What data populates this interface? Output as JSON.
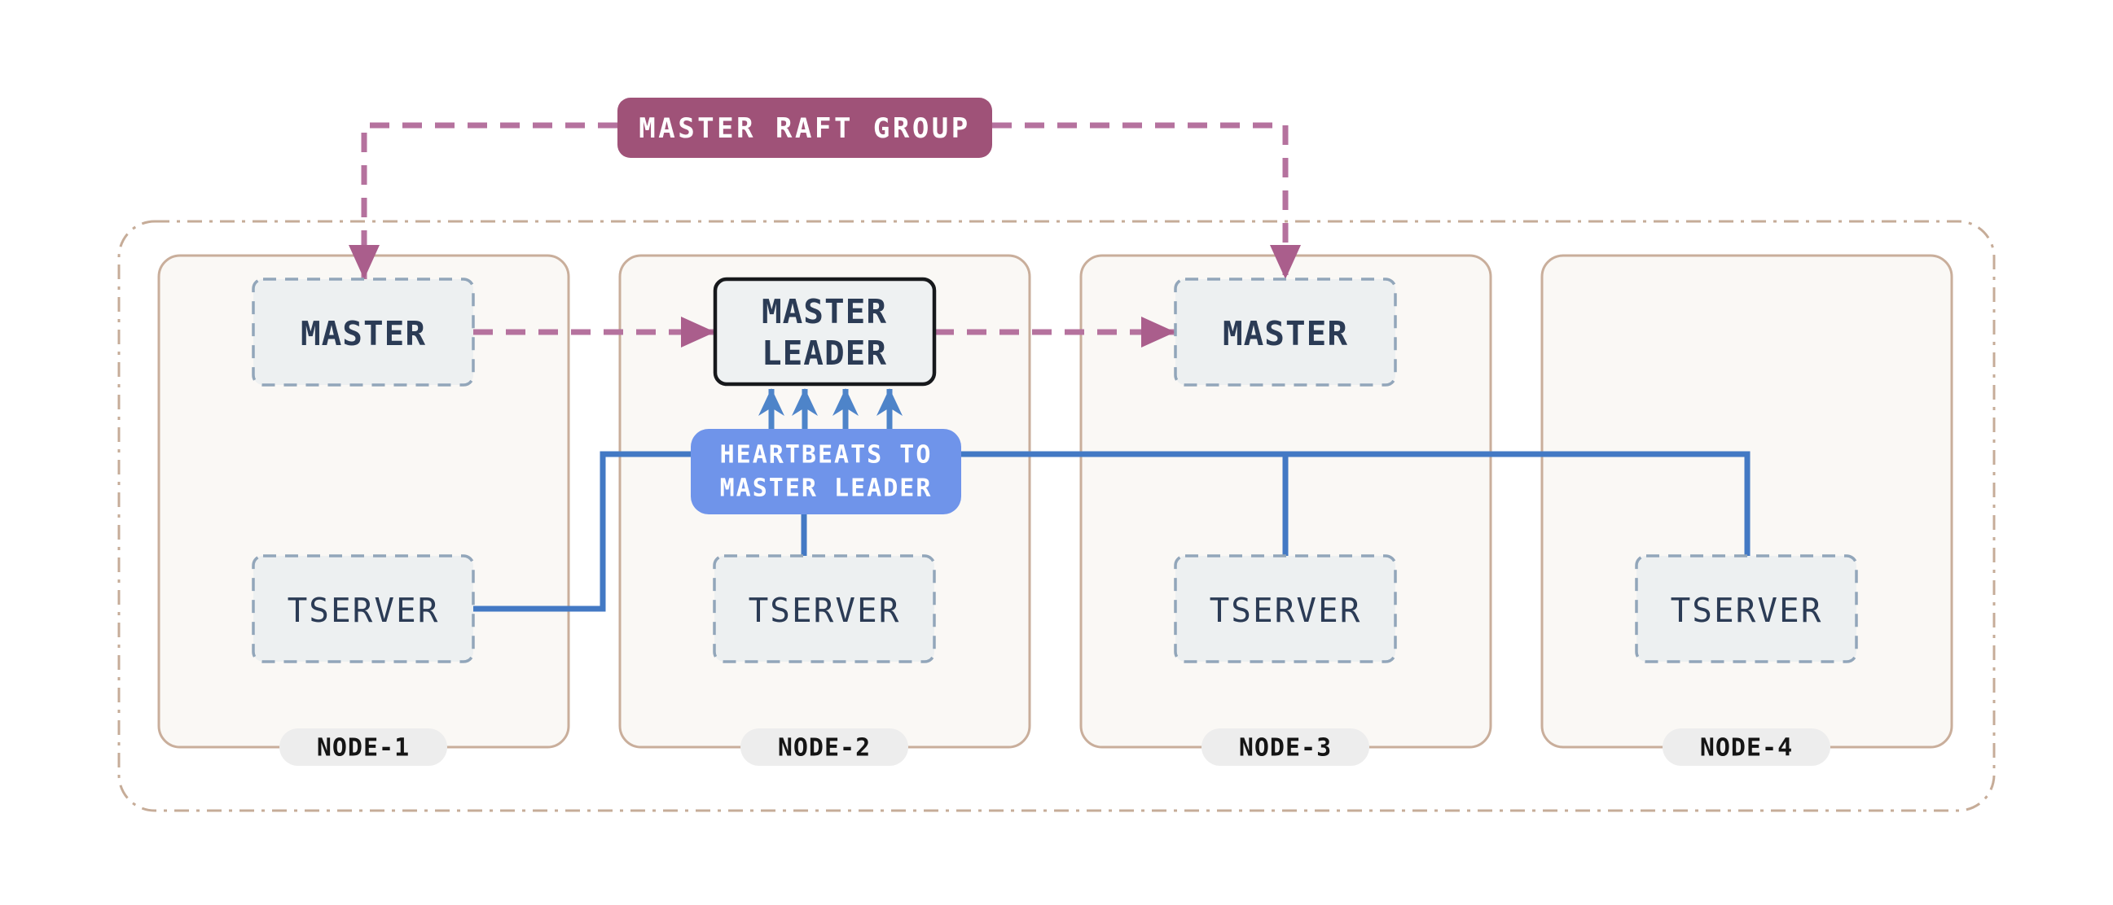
{
  "diagram": {
    "badge": {
      "label": "MASTER RAFT GROUP"
    },
    "master_leader": {
      "line1": "MASTER",
      "line2": "LEADER"
    },
    "heartbeats_label": {
      "line1": "HEARTBEATS TO",
      "line2": "MASTER LEADER"
    },
    "nodes": [
      {
        "label": "NODE-1",
        "master_label": "MASTER",
        "tserver_label": "TSERVER"
      },
      {
        "label": "NODE-2",
        "master_label": "MASTER LEADER",
        "tserver_label": "TSERVER"
      },
      {
        "label": "NODE-3",
        "master_label": "MASTER",
        "tserver_label": "TSERVER"
      },
      {
        "label": "NODE-4",
        "tserver_label": "TSERVER"
      }
    ],
    "colors": {
      "badge_fill": "#9F5278",
      "raft_link_dash": "#B5729E",
      "raft_arrowhead": "#AA5E8C",
      "heartbeat_box_fill": "#6F94EA",
      "heartbeat_line": "#4379C4",
      "heartbeat_arrow": "#4E84C9",
      "component_box_fill": "#EDF0F1",
      "component_box_border": "#92A6BA",
      "leader_border": "#17191C",
      "node_fill": "#FAF8F5",
      "node_border": "#C9AE9B",
      "cluster_border": "#C6AC98",
      "dark_text": "#2B3B55",
      "pill_fill": "#EDEDED",
      "pill_text": "#151515"
    }
  }
}
